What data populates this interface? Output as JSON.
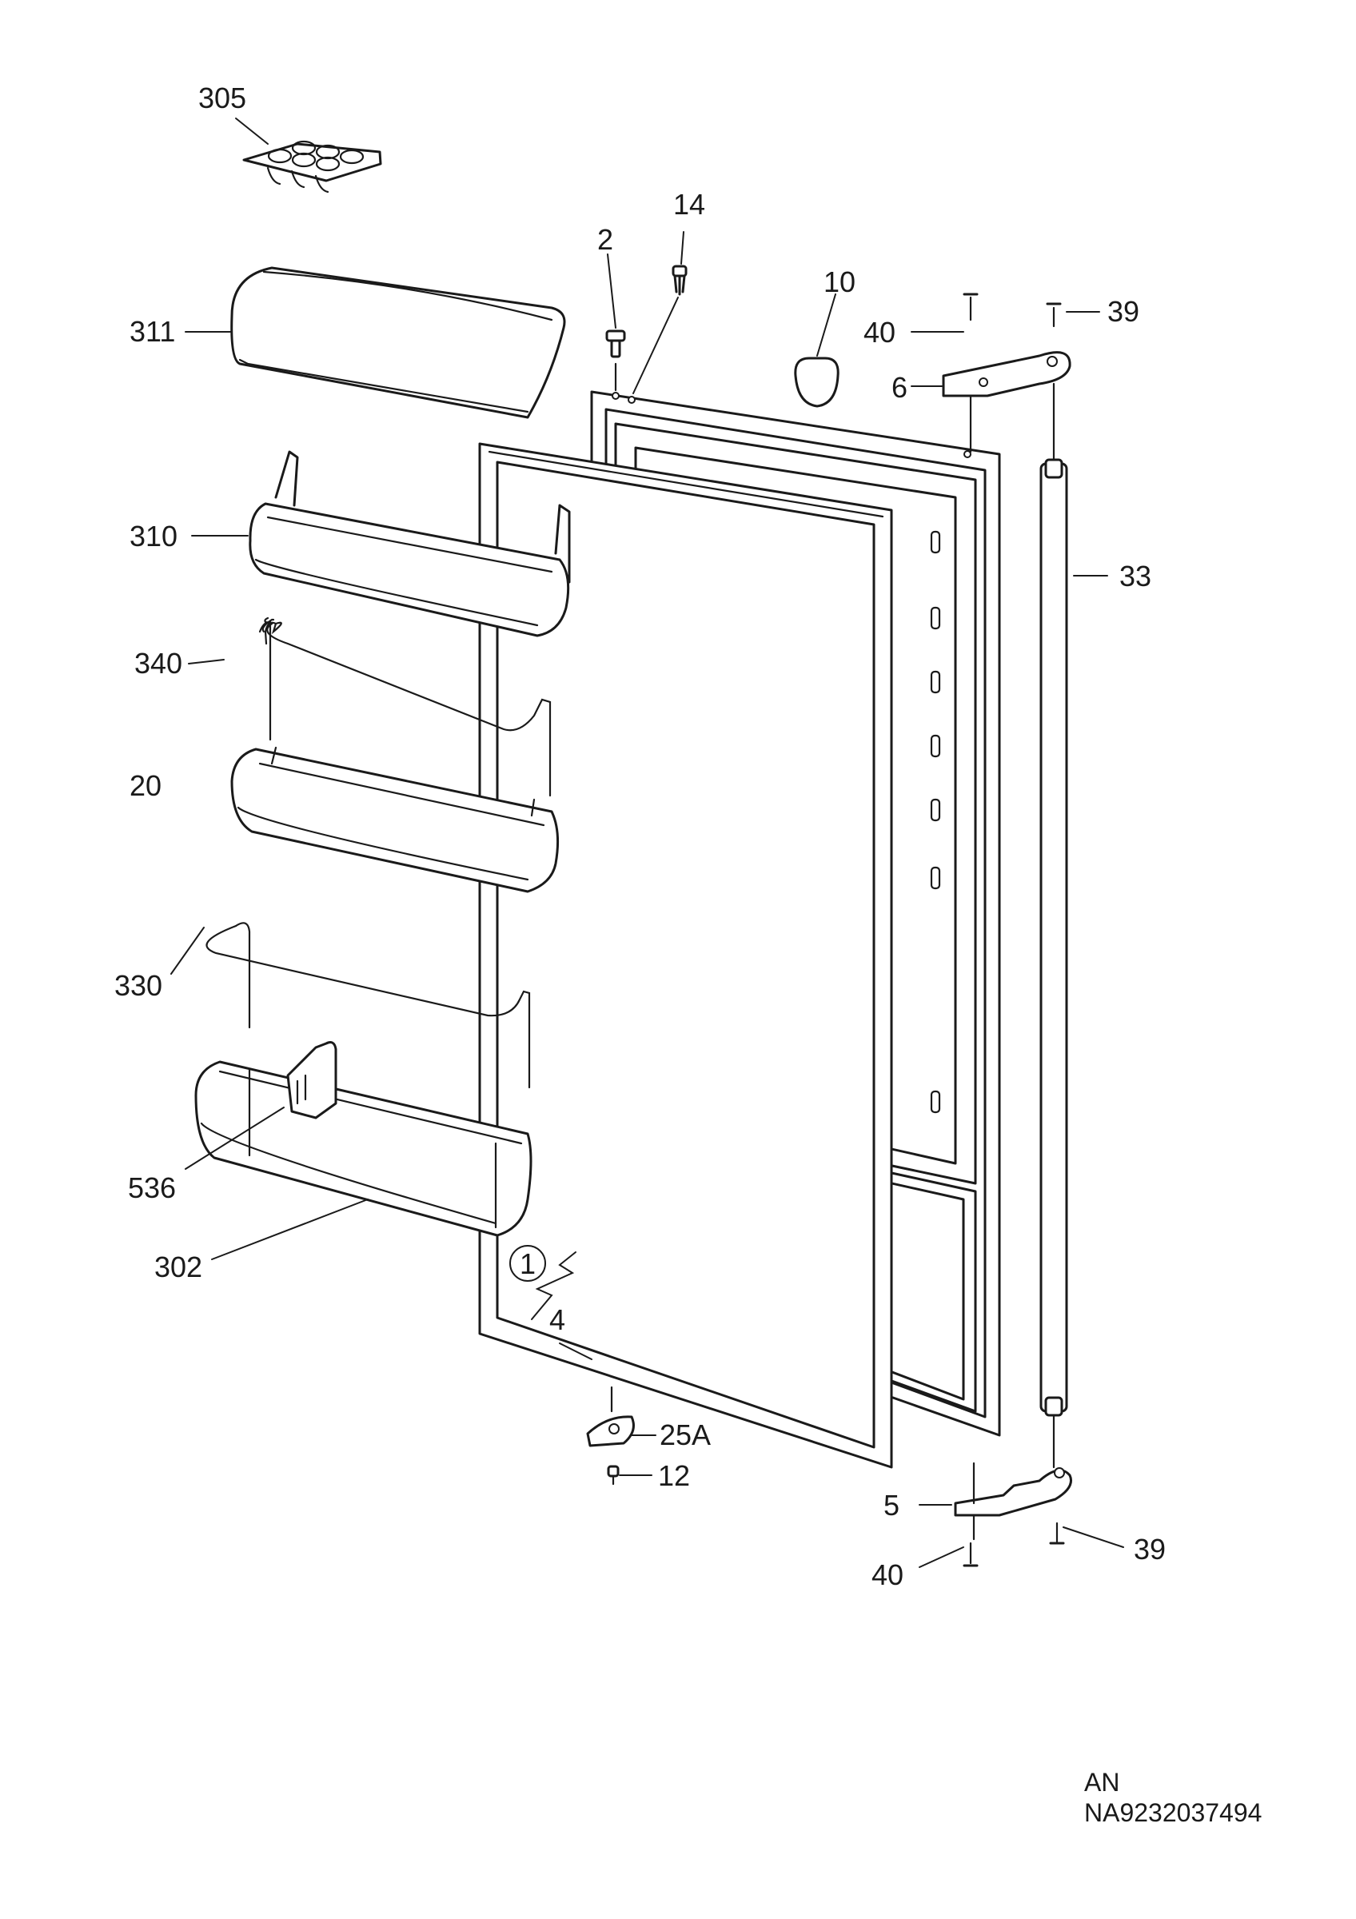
{
  "labels": {
    "egg_tray": "305",
    "dairy_cover": "311",
    "dairy_shelf": "310",
    "wire_retainer_upper": "340",
    "door_shelf": "20",
    "wire_retainer_lower": "330",
    "bottle_divider": "536",
    "bottle_shelf": "302",
    "screw_cap": "2",
    "plug_pin": "14",
    "hinge_cover": "10",
    "screw_top_40": "40",
    "screw_top_39": "39",
    "upper_hinge": "6",
    "handle_bar": "33",
    "detail_ref": "1",
    "gasket": "4",
    "door_stop": "25A",
    "stop_screw": "12",
    "lower_hinge": "5",
    "screw_bottom_39": "39",
    "screw_bottom_40": "40"
  },
  "footer": {
    "model_code": "AN",
    "drawing_number": "NA9232037494"
  }
}
